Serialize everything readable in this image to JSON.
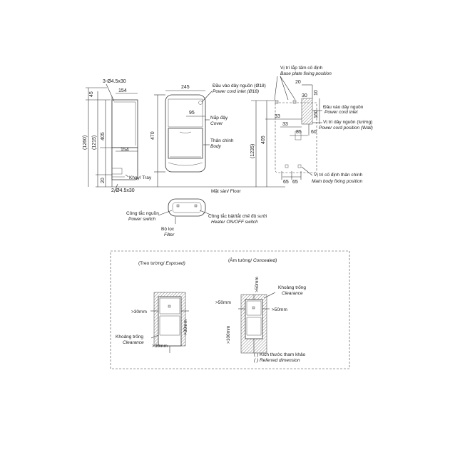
{
  "dims": {
    "d_45": "45",
    "d_3holes": "3-Ø4.5x30",
    "d_154_top": "154",
    "d_405_left": "405",
    "d_154_mid": "154",
    "d_1260": "(1260)",
    "d_1215_left": "(1215)",
    "d_20_left": "20",
    "d_2holes": "2-Ø4.5x30",
    "d_245": "245",
    "d_95": "95",
    "d_470": "470",
    "d_1235": "(1235)",
    "d_405_right": "405",
    "d_33a": "33",
    "d_33b": "33",
    "d_20_right": "20",
    "d_10": "10",
    "d_160": "160",
    "d_85": "85",
    "d_60": "60",
    "d_65a": "65",
    "d_65b": "65",
    "d_30": "30"
  },
  "labels": {
    "tray": "Khay/ Tray",
    "cord_inlet_vi": "Đầu vào dây nguồn (Ø18)",
    "cord_inlet_en": "Power cord inlet (Ø18)",
    "cover_vi": "Nắp đậy",
    "cover_en": "Cover",
    "body_vi": "Thân chính",
    "body_en": "Body",
    "floor": "Mặt sàn/ Floor",
    "baseplate_vi": "Vị trí lắp tấm cố định",
    "baseplate_en": "Base plate fixing position",
    "inlet_r_vi": "Đầu vào dây nguồn",
    "inlet_r_en": "Power cord inlet",
    "wall_vi": "Vị trí dây nguồn (tường)",
    "wall_en": "Power cord position (Wall)",
    "mainfix_vi": "Vị trí cố định thân chính",
    "mainfix_en": "Main body fixing position",
    "power_switch_vi": "Công tắc nguồn",
    "power_switch_en": "Power switch",
    "heater_vi": "Công tắc bật/tắt chế độ sưởi",
    "heater_en": "Heater ON/OFF switch",
    "filter_vi": "Bộ lọc",
    "filter_en": "Filter"
  },
  "clearance": {
    "exposed_title_vi": "(Treo tường/ ",
    "exposed_title_en": "Exposed)",
    "concealed_title_vi": "(Âm tường/ ",
    "concealed_title_en": "Concealed)",
    "e_left": ">30mm",
    "e_right": ">30mm",
    "e_bottom": ">30mm",
    "e_clear_vi": "Khoảng trống",
    "e_clear_en": "Clearance",
    "c_top": ">50mm",
    "c_left": ">50mm",
    "c_right": ">50mm",
    "c_bottom": ">100mm",
    "c_clear_vi": "Khoảng trống",
    "c_clear_en": "Clearance",
    "ref_vi": "( ) Kích thước tham khảo",
    "ref_en": "( ) Referred dimension"
  }
}
